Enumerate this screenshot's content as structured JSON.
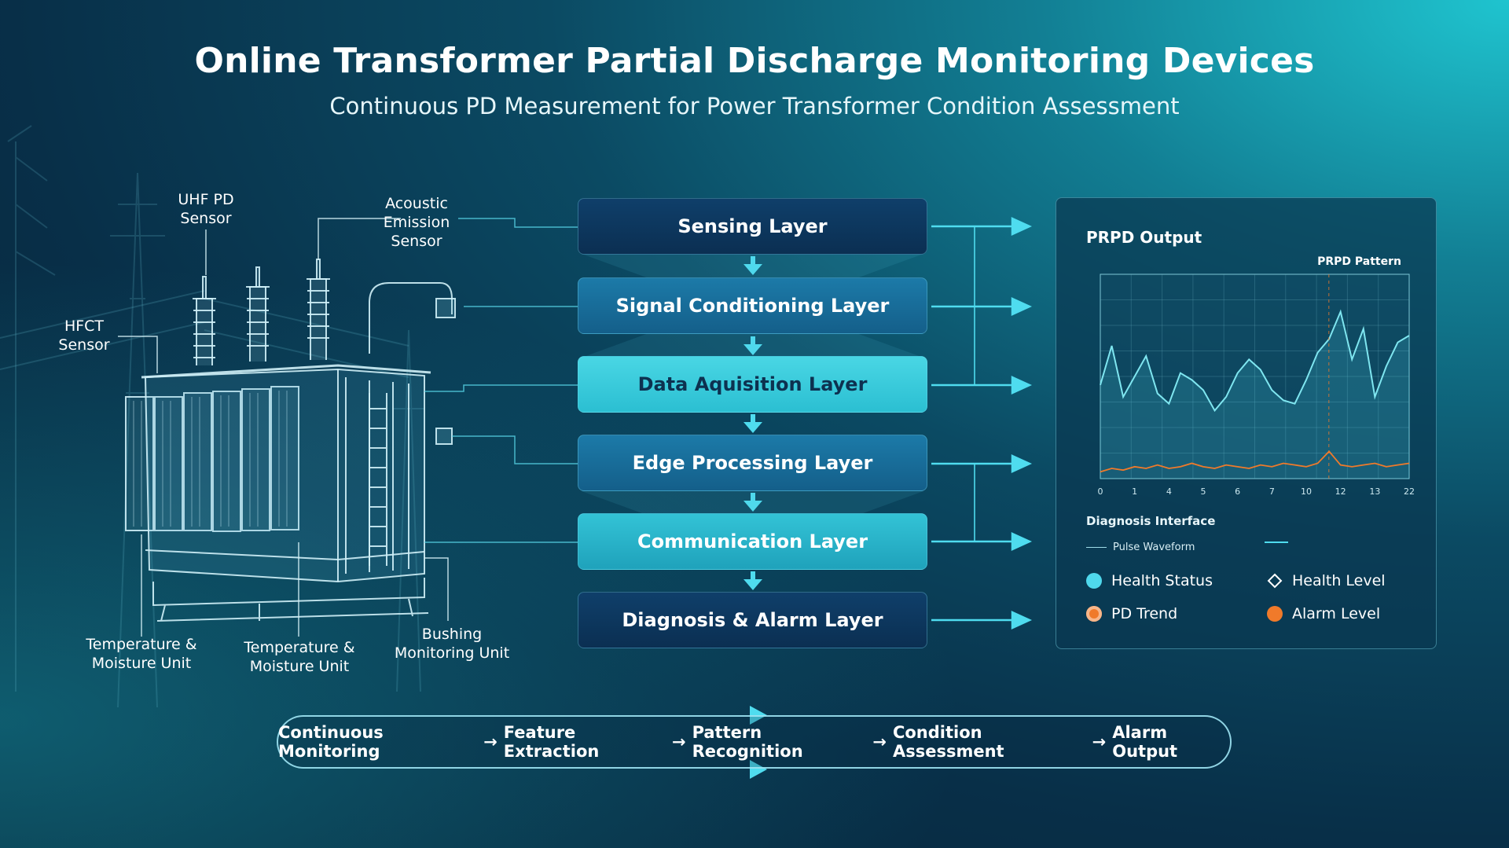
{
  "title": "Online Transformer Partial Discharge Monitoring Devices",
  "subtitle": "Continuous PD Measurement for Power Transformer Condition Assessment",
  "callouts": {
    "uhf": [
      "UHF PD",
      "Sensor"
    ],
    "acoustic": [
      "Acoustic",
      "Emission",
      "Sensor"
    ],
    "hfct": [
      "HFCT",
      "Sensor"
    ],
    "temp1": [
      "Temperature &",
      "Moisture Unit"
    ],
    "temp2": [
      "Temperature &",
      "Moisture Unit"
    ],
    "bushing": [
      "Bushing",
      "Monitoring Unit"
    ]
  },
  "layers": [
    "Sensing Layer",
    "Signal Conditioning Layer",
    "Data Aquisition Layer",
    "Edge Processing Layer",
    "Communication Layer",
    "Diagnosis & Alarm Layer"
  ],
  "panel": {
    "title": "PRPD Output",
    "pattern_label": "PRPD Pattern",
    "diag_title": "Diagnosis Interface",
    "diag_items": [
      "Pulse Waveform"
    ],
    "legend": [
      {
        "label": "Health Status",
        "color": "#4fd8ec",
        "marker": "dot"
      },
      {
        "label": "Health Level",
        "color": "#ffffff",
        "marker": "diamond"
      },
      {
        "label": "PD Trend",
        "color": "#f07a2a",
        "marker": "ring"
      },
      {
        "label": "Alarm Level",
        "color": "#f07a2a",
        "marker": "dot"
      }
    ]
  },
  "chart_data": {
    "type": "line",
    "x_ticks": [
      "0",
      "1",
      "4",
      "5",
      "6",
      "7",
      "10",
      "12",
      "13",
      "22"
    ],
    "series": [
      {
        "color": "#7fe6f0",
        "values": [
          55,
          78,
          48,
          60,
          72,
          50,
          44,
          62,
          58,
          52,
          40,
          48,
          62,
          70,
          64,
          52,
          46,
          44,
          58,
          74,
          82,
          98,
          70,
          88,
          48,
          66,
          80,
          84
        ]
      },
      {
        "color": "#f07a2a",
        "values": [
          4,
          6,
          5,
          7,
          6,
          8,
          6,
          7,
          9,
          7,
          6,
          8,
          7,
          6,
          8,
          7,
          9,
          8,
          7,
          9,
          16,
          8,
          7,
          8,
          9,
          7,
          8,
          9
        ]
      }
    ],
    "ylim": [
      0,
      120
    ],
    "grid": true
  },
  "bottom_flow": [
    "Continuous Monitoring",
    "Feature Extraction",
    "Pattern Recognition",
    "Condition Assessment",
    "Alarm Output"
  ],
  "colors": {
    "accent": "#3fd7ec",
    "orange": "#f07a2a"
  }
}
